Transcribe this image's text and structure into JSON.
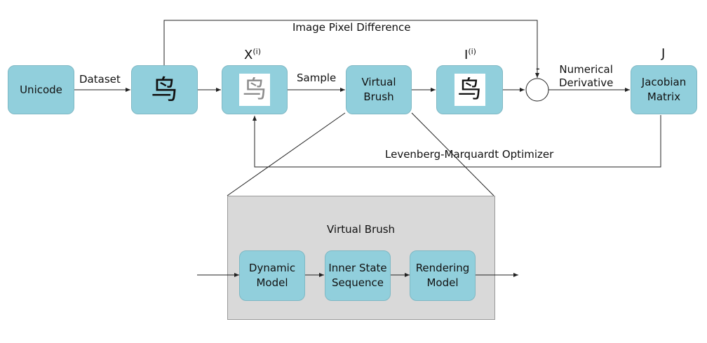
{
  "top": {
    "feedback_label": "Image Pixel Difference",
    "optimizer_label": "Levenberg-Marquardt Optimizer",
    "dataset_label": "Dataset",
    "sample_label": "Sample",
    "minus_label": "-",
    "numerical_line1": "Numerical",
    "numerical_line2": "Derivative",
    "x_symbol": "X",
    "x_superscript": "(i)",
    "i_symbol": "I",
    "i_superscript": "(i)",
    "j_symbol": "J"
  },
  "nodes": {
    "unicode": "Unicode",
    "character_glyph": "鸟",
    "sample_glyph": "鸟",
    "rendered_glyph": "鸟",
    "virtual_brush_line1": "Virtual",
    "virtual_brush_line2": "Brush",
    "jacobian_line1": "Jacobian",
    "jacobian_line2": "Matrix"
  },
  "detail": {
    "title": "Virtual Brush",
    "dynamic_line1": "Dynamic",
    "dynamic_line2": "Model",
    "inner_line1": "Inner State",
    "inner_line2": "Sequence",
    "rendering_line1": "Rendering",
    "rendering_line2": "Model"
  },
  "colors": {
    "node_fill": "#91cfdc",
    "panel_fill": "#d9d9d9",
    "line": "#222222"
  }
}
